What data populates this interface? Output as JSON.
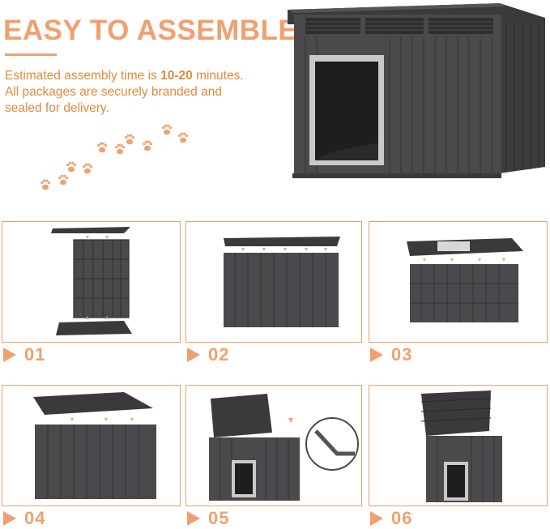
{
  "header": {
    "title": "EASY TO ASSEMBLE",
    "desc_line1_prefix": "Estimated assembly time is ",
    "desc_line1_bold": "10-20",
    "desc_line1_suffix": " minutes.",
    "desc_line2": "All packages are securely branded and",
    "desc_line3": "sealed for delivery."
  },
  "colors": {
    "accent": "#f0a070",
    "text_accent": "#e08a3c",
    "product": "#4a4a4d",
    "product_dark": "#2f2f32",
    "door_frame": "#c9c9c9"
  },
  "steps": [
    {
      "label": "01"
    },
    {
      "label": "02"
    },
    {
      "label": "03"
    },
    {
      "label": "04"
    },
    {
      "label": "05"
    },
    {
      "label": "06"
    }
  ]
}
